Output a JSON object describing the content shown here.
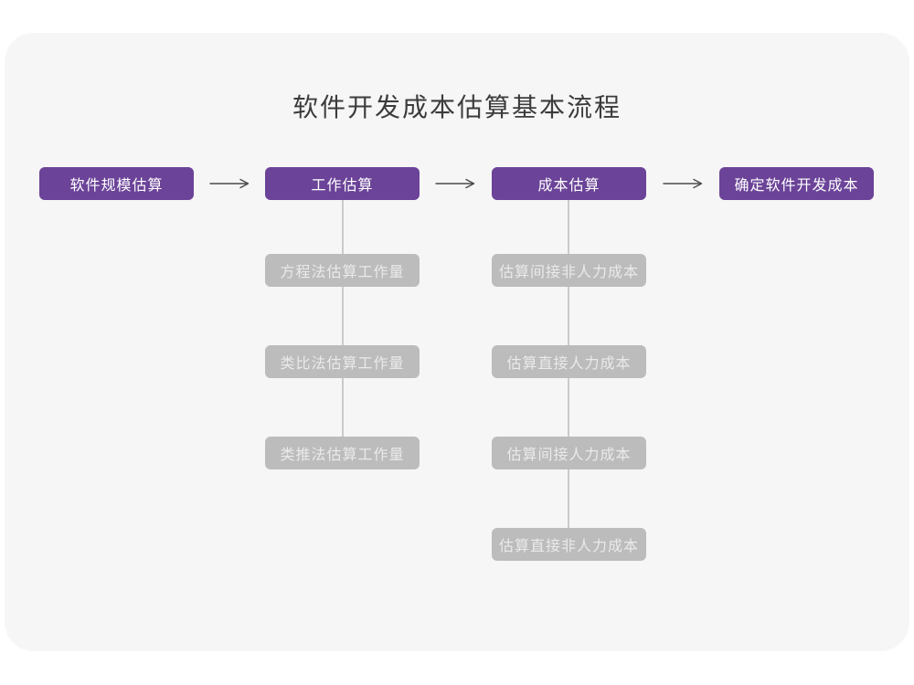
{
  "title": "软件开发成本估算基本流程",
  "colors": {
    "page_bg": "#ffffff",
    "canvas_bg": "#f6f6f7",
    "node_purple": "#6b4398",
    "node_main_text": "#ffffff",
    "node_gray": "#bcbcbc",
    "node_gray_text": "#eaeaea",
    "arrow": "#4a4a4a",
    "connector": "#cbcbcb",
    "title_text": "#3c3c3c"
  },
  "flow": {
    "nodes": [
      {
        "id": "software-scale-estimation",
        "label": "软件规模估算"
      },
      {
        "id": "work-estimation",
        "label": "工作估算"
      },
      {
        "id": "cost-estimation",
        "label": "成本估算"
      },
      {
        "id": "determine-software-dev-cost",
        "label": "确定软件开发成本"
      }
    ],
    "connector_icon": "arrow-right-icon"
  },
  "sub_columns": [
    {
      "parent": "工作估算",
      "items": [
        {
          "label": "方程法估算工作量"
        },
        {
          "label": "类比法估算工作量"
        },
        {
          "label": "类推法估算工作量"
        }
      ]
    },
    {
      "parent": "成本估算",
      "items": [
        {
          "label": "估算间接非人力成本"
        },
        {
          "label": "估算直接人力成本"
        },
        {
          "label": "估算间接人力成本"
        },
        {
          "label": "估算直接非人力成本"
        }
      ]
    }
  ]
}
